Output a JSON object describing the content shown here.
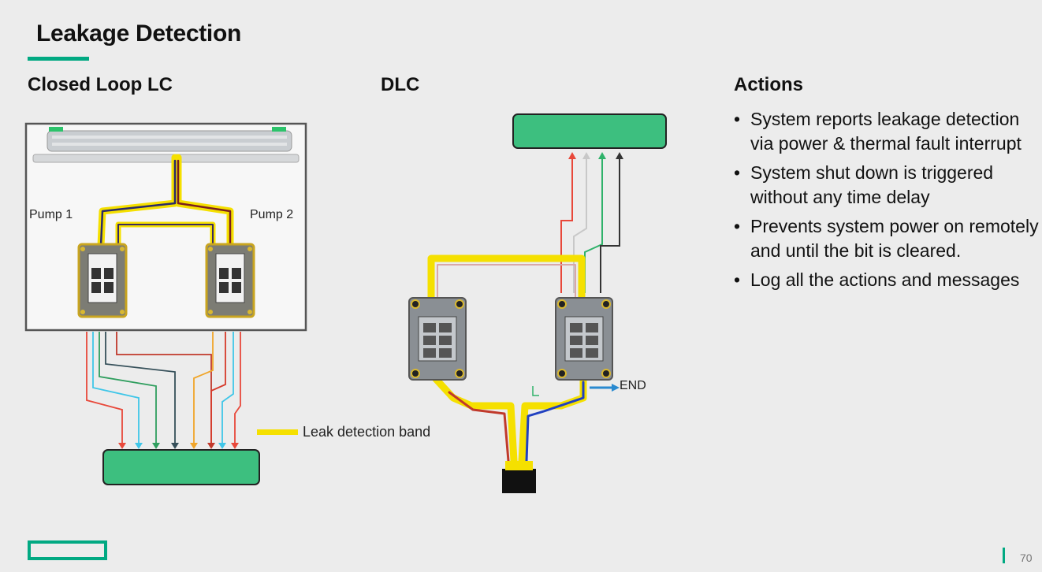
{
  "slide": {
    "title": "Leakage Detection",
    "page_number": "70"
  },
  "closed_loop": {
    "heading": "Closed Loop LC",
    "pump1_label": "Pump 1",
    "pump2_label": "Pump 2"
  },
  "dlc": {
    "heading": "DLC",
    "end_label": "END"
  },
  "legend": {
    "label": "Leak detection band",
    "color": "#f5e000"
  },
  "actions": {
    "heading": "Actions",
    "items": [
      "System reports leakage detection via power & thermal fault interrupt",
      "System shut down is triggered without any time delay",
      "Prevents system power on remotely and until the bit is cleared.",
      "Log all the actions and messages"
    ]
  },
  "colors": {
    "accent": "#01a982",
    "board": "#3dbf7f"
  }
}
